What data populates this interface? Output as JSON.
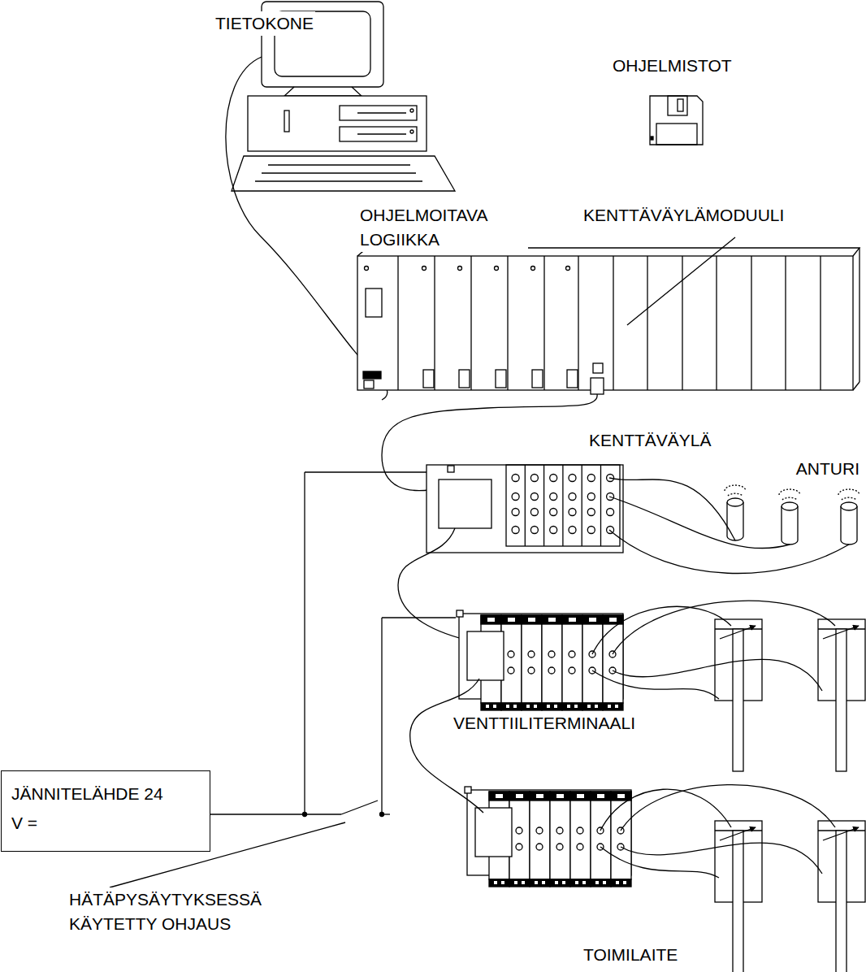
{
  "diagram": {
    "nodes": [
      {
        "text": [
          "JÄNNITELÄHDE 24 V ="
        ]
      }
    ],
    "labels": [
      "TIETOKONE",
      "OHJELMISTOT",
      "OHJELMOITAVA LOGIIKKA",
      "KENTTÄVÄYLÄMODUULI",
      "KENTTÄVÄYLÄ",
      "ANTURI",
      "VENTTIILITERMINAALI",
      "HÄTÄPYSÄYTYKSESSÄ KÄYTETTY OHJAUS",
      "TOIMILAITE"
    ]
  }
}
